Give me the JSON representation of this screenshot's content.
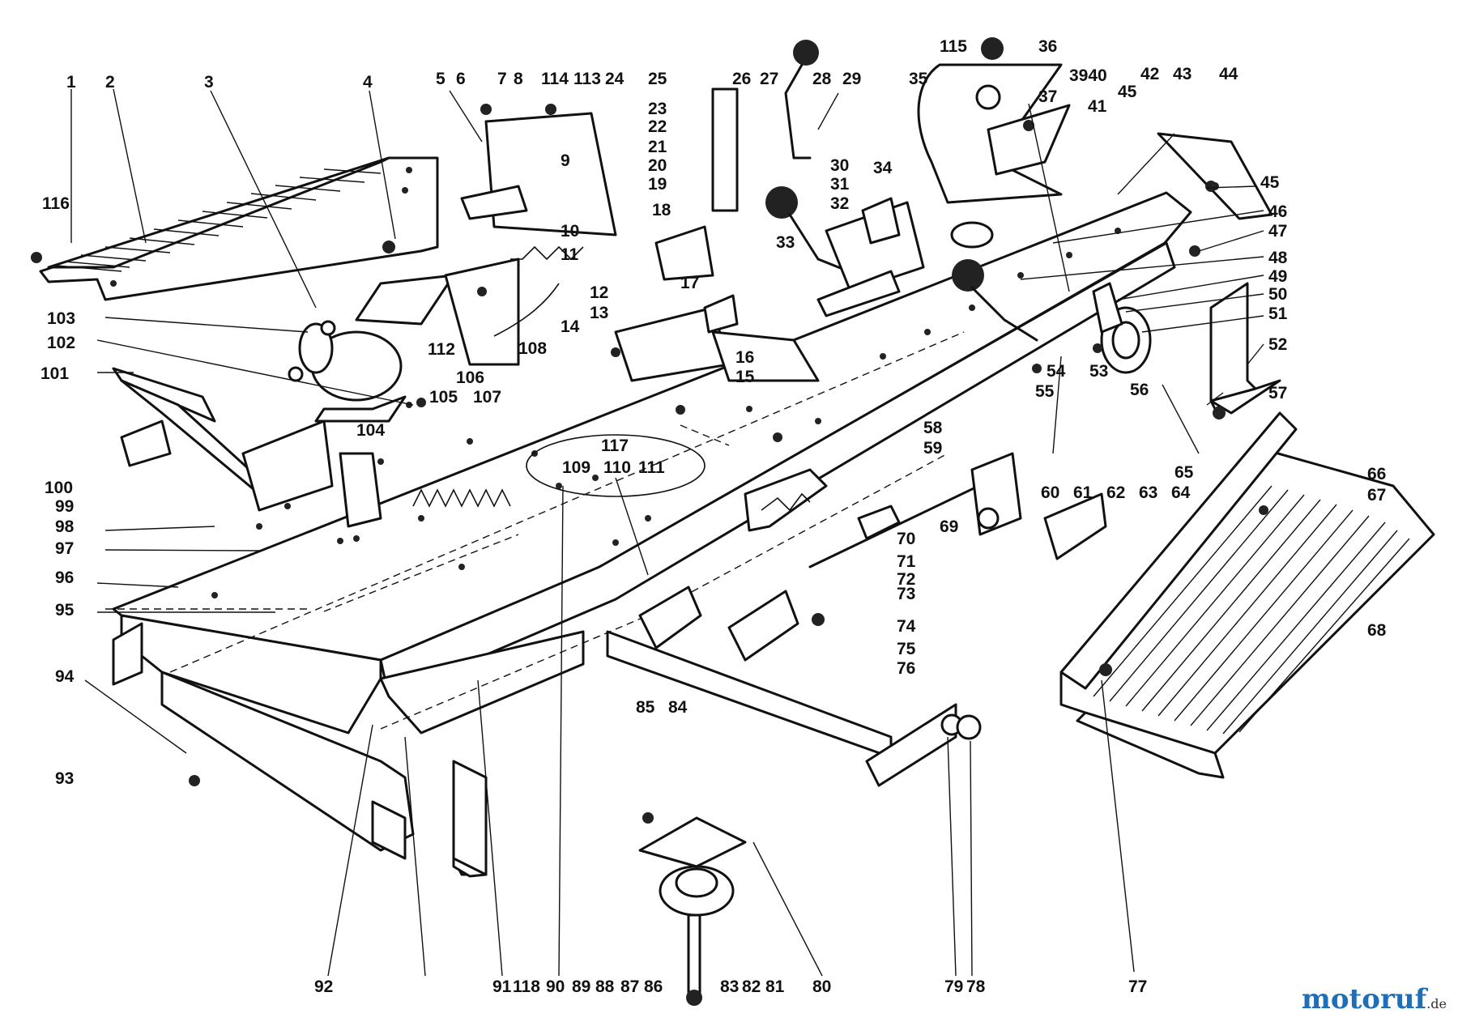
{
  "diagram": {
    "labels": [
      {
        "id": "l1",
        "text": "1"
      },
      {
        "id": "l2",
        "text": "2"
      },
      {
        "id": "l3",
        "text": "3"
      },
      {
        "id": "l4",
        "text": "4"
      },
      {
        "id": "l5",
        "text": "5"
      },
      {
        "id": "l6",
        "text": "6"
      },
      {
        "id": "l7",
        "text": "7"
      },
      {
        "id": "l8",
        "text": "8"
      },
      {
        "id": "l9",
        "text": "9"
      },
      {
        "id": "l10",
        "text": "10"
      },
      {
        "id": "l11",
        "text": "11"
      },
      {
        "id": "l12",
        "text": "12"
      },
      {
        "id": "l13",
        "text": "13"
      },
      {
        "id": "l14",
        "text": "14"
      },
      {
        "id": "l15",
        "text": "15"
      },
      {
        "id": "l16",
        "text": "16"
      },
      {
        "id": "l17",
        "text": "17"
      },
      {
        "id": "l18",
        "text": "18"
      },
      {
        "id": "l19",
        "text": "19"
      },
      {
        "id": "l20",
        "text": "20"
      },
      {
        "id": "l21",
        "text": "21"
      },
      {
        "id": "l22",
        "text": "22"
      },
      {
        "id": "l23",
        "text": "23"
      },
      {
        "id": "l24",
        "text": "24"
      },
      {
        "id": "l25",
        "text": "25"
      },
      {
        "id": "l26",
        "text": "26"
      },
      {
        "id": "l27",
        "text": "27"
      },
      {
        "id": "l28",
        "text": "28"
      },
      {
        "id": "l29",
        "text": "29"
      },
      {
        "id": "l30",
        "text": "30"
      },
      {
        "id": "l31",
        "text": "31"
      },
      {
        "id": "l32",
        "text": "32"
      },
      {
        "id": "l33",
        "text": "33"
      },
      {
        "id": "l34",
        "text": "34"
      },
      {
        "id": "l35",
        "text": "35"
      },
      {
        "id": "l36",
        "text": "36"
      },
      {
        "id": "l3940",
        "text": "3940"
      },
      {
        "id": "l37",
        "text": "37"
      },
      {
        "id": "l41",
        "text": "41"
      },
      {
        "id": "l42",
        "text": "42"
      },
      {
        "id": "l43",
        "text": "43"
      },
      {
        "id": "l44",
        "text": "44"
      },
      {
        "id": "l45a",
        "text": "45"
      },
      {
        "id": "l45b",
        "text": "45"
      },
      {
        "id": "l46",
        "text": "46"
      },
      {
        "id": "l47",
        "text": "47"
      },
      {
        "id": "l48",
        "text": "48"
      },
      {
        "id": "l49",
        "text": "49"
      },
      {
        "id": "l50",
        "text": "50"
      },
      {
        "id": "l51",
        "text": "51"
      },
      {
        "id": "l52",
        "text": "52"
      },
      {
        "id": "l53",
        "text": "53"
      },
      {
        "id": "l54",
        "text": "54"
      },
      {
        "id": "l55",
        "text": "55"
      },
      {
        "id": "l56",
        "text": "56"
      },
      {
        "id": "l57",
        "text": "57"
      },
      {
        "id": "l58",
        "text": "58"
      },
      {
        "id": "l59",
        "text": "59"
      },
      {
        "id": "l60",
        "text": "60"
      },
      {
        "id": "l61",
        "text": "61"
      },
      {
        "id": "l62",
        "text": "62"
      },
      {
        "id": "l63",
        "text": "63"
      },
      {
        "id": "l64",
        "text": "64"
      },
      {
        "id": "l65",
        "text": "65"
      },
      {
        "id": "l66",
        "text": "66"
      },
      {
        "id": "l67",
        "text": "67"
      },
      {
        "id": "l68",
        "text": "68"
      },
      {
        "id": "l69",
        "text": "69"
      },
      {
        "id": "l70",
        "text": "70"
      },
      {
        "id": "l71",
        "text": "71"
      },
      {
        "id": "l72",
        "text": "72"
      },
      {
        "id": "l73",
        "text": "73"
      },
      {
        "id": "l74",
        "text": "74"
      },
      {
        "id": "l75",
        "text": "75"
      },
      {
        "id": "l76",
        "text": "76"
      },
      {
        "id": "l77",
        "text": "77"
      },
      {
        "id": "l78",
        "text": "78"
      },
      {
        "id": "l79",
        "text": "79"
      },
      {
        "id": "l80",
        "text": "80"
      },
      {
        "id": "l81",
        "text": "81"
      },
      {
        "id": "l82",
        "text": "82"
      },
      {
        "id": "l83",
        "text": "83"
      },
      {
        "id": "l84",
        "text": "84"
      },
      {
        "id": "l85",
        "text": "85"
      },
      {
        "id": "l86",
        "text": "86"
      },
      {
        "id": "l87",
        "text": "87"
      },
      {
        "id": "l88",
        "text": "88"
      },
      {
        "id": "l89",
        "text": "89"
      },
      {
        "id": "l90",
        "text": "90"
      },
      {
        "id": "l91",
        "text": "91"
      },
      {
        "id": "l92",
        "text": "92"
      },
      {
        "id": "l93",
        "text": "93"
      },
      {
        "id": "l94",
        "text": "94"
      },
      {
        "id": "l95",
        "text": "95"
      },
      {
        "id": "l96",
        "text": "96"
      },
      {
        "id": "l97",
        "text": "97"
      },
      {
        "id": "l98",
        "text": "98"
      },
      {
        "id": "l99",
        "text": "99"
      },
      {
        "id": "l100",
        "text": "100"
      },
      {
        "id": "l101",
        "text": "101"
      },
      {
        "id": "l102",
        "text": "102"
      },
      {
        "id": "l103",
        "text": "103"
      },
      {
        "id": "l104",
        "text": "104"
      },
      {
        "id": "l105",
        "text": "105"
      },
      {
        "id": "l106",
        "text": "106"
      },
      {
        "id": "l107",
        "text": "107"
      },
      {
        "id": "l108",
        "text": "108"
      },
      {
        "id": "l109",
        "text": "109"
      },
      {
        "id": "l110",
        "text": "110"
      },
      {
        "id": "l111",
        "text": "111"
      },
      {
        "id": "l112",
        "text": "112"
      },
      {
        "id": "l113",
        "text": "113"
      },
      {
        "id": "l114",
        "text": "114"
      },
      {
        "id": "l115",
        "text": "115"
      },
      {
        "id": "l116",
        "text": "116"
      },
      {
        "id": "l117",
        "text": "117"
      },
      {
        "id": "l118",
        "text": "118"
      }
    ]
  },
  "watermark": {
    "brand": "motoruf",
    "tld": ".de"
  }
}
